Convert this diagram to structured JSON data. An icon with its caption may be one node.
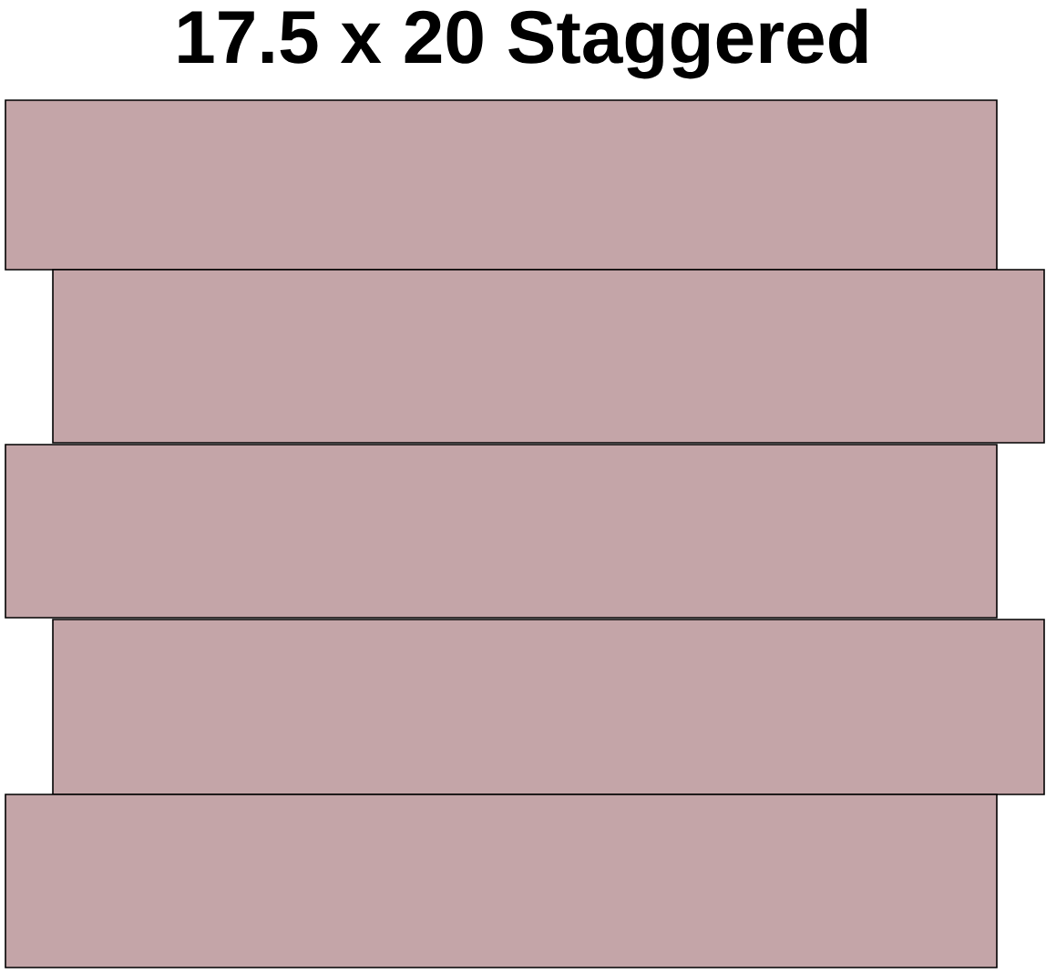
{
  "diagram": {
    "title": "17.5 x 20 Staggered",
    "nodes": [
      {
        "text": [],
        "shape": "box"
      },
      {
        "text": [],
        "shape": "box"
      },
      {
        "text": [],
        "shape": "box"
      },
      {
        "text": [],
        "shape": "box"
      },
      {
        "text": [],
        "shape": "box"
      }
    ]
  }
}
